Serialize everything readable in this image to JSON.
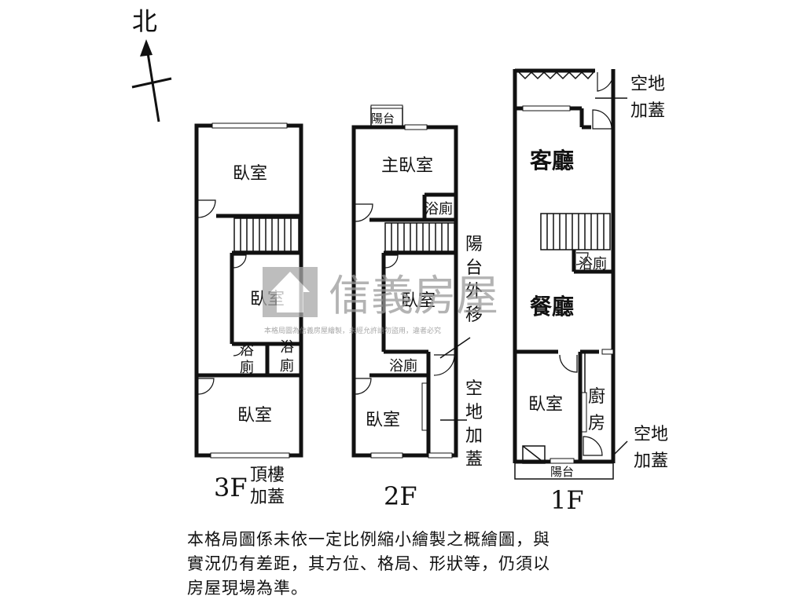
{
  "compass": {
    "north_label": "北"
  },
  "floors": {
    "f3": {
      "label": "3F",
      "note_line1": "頂樓",
      "note_line2": "加蓋",
      "rooms": {
        "bedroom_top": "臥室",
        "bedroom_mid": "臥室",
        "bath_a_1": "浴",
        "bath_a_2": "廁",
        "bath_b_1": "浴",
        "bath_b_2": "廁",
        "bedroom_bottom": "臥室"
      }
    },
    "f2": {
      "label": "2F",
      "rooms": {
        "master_bedroom": "主臥室",
        "bath_top": "浴廁",
        "bedroom_mid": "臥室",
        "bath_bottom": "浴廁",
        "bedroom_bottom": "臥室",
        "balcony": "陽台"
      },
      "annotations": {
        "balcony_moved": [
          "陽",
          "台",
          "外",
          "移"
        ],
        "open_space": [
          "空",
          "地",
          "加",
          "蓋"
        ]
      }
    },
    "f1": {
      "label": "1F",
      "rooms": {
        "living_room": "客廳",
        "bath": "浴廁",
        "dining_room": "餐廳",
        "bedroom": "臥室",
        "kitchen_1": "廚",
        "kitchen_2": "房",
        "balcony": "陽台"
      },
      "annotations": {
        "open_space_top": [
          "空地",
          "加蓋"
        ],
        "open_space_bottom": [
          "空地",
          "加蓋"
        ]
      }
    }
  },
  "watermark": {
    "brand": "信義房屋",
    "notice": "本格局圖為信義房屋繪製，未經允許請勿盜用，違者必究"
  },
  "disclaimer": {
    "line1": "本格局圖係未依一定比例縮小繪製之概繪圖，與",
    "line2": "實況仍有差距，其方位、格局、形狀等，仍須以",
    "line3": "房屋現場為準。"
  }
}
